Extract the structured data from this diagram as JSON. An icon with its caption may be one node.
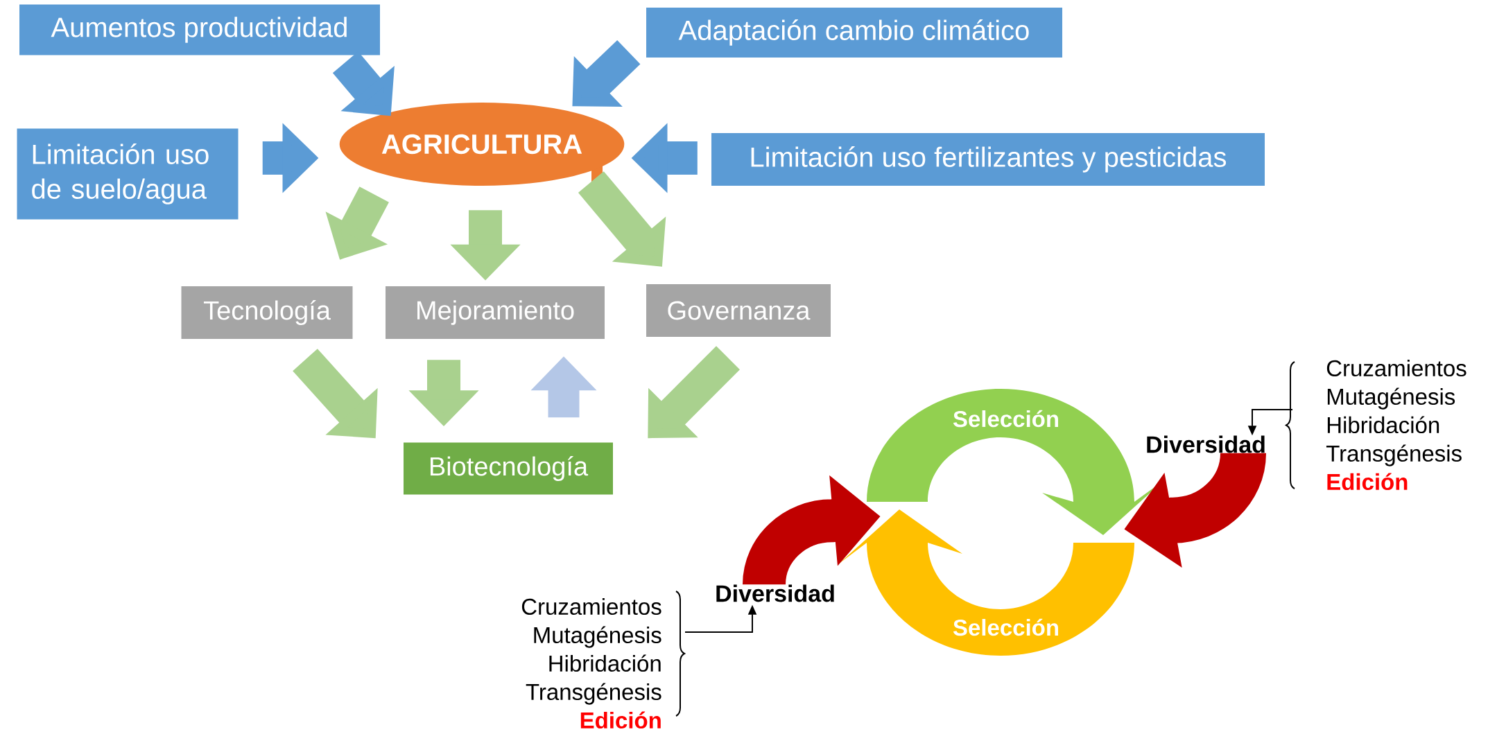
{
  "diagram": {
    "nodes": [
      {
        "text": [
          "Aumentos productividad"
        ]
      },
      {
        "text": [
          "Adaptación cambio climático"
        ]
      },
      {
        "text": [
          "Limitación uso de suelo/agua"
        ]
      },
      {
        "text": [
          "AGRICULTURA"
        ]
      },
      {
        "text": [
          "Limitación uso fertilizantes y pesticidas"
        ]
      },
      {
        "text": [
          "Tecnología"
        ]
      },
      {
        "text": [
          "Mejoramiento"
        ]
      },
      {
        "text": [
          "Governanza"
        ]
      },
      {
        "text": [
          "Biotecnología"
        ]
      },
      {
        "text": [
          "Selección"
        ]
      },
      {
        "text": [
          "Selección"
        ]
      },
      {
        "text": [
          "Diversidad"
        ]
      },
      {
        "text": [
          "Cruzamientos",
          "Mutagénesis",
          "Hibridación",
          "Transgénesis",
          "Edición"
        ]
      },
      {
        "text": [
          "Diversidad"
        ]
      },
      {
        "text": [
          "Cruzamientos",
          "Mutagénesis",
          "Hibridación",
          "Transgénesis",
          "Edición"
        ]
      }
    ],
    "edges": [
      {
        "from": 0,
        "to": 3,
        "arrow": "to",
        "color": "#5b9bd5"
      },
      {
        "from": 1,
        "to": 3,
        "arrow": "to",
        "color": "#5b9bd5"
      },
      {
        "from": 2,
        "to": 3,
        "arrow": "to",
        "color": "#5b9bd5"
      },
      {
        "from": 4,
        "to": 3,
        "arrow": "to",
        "color": "#5b9bd5"
      },
      {
        "from": 3,
        "to": 5,
        "arrow": "to",
        "color": "#a9d18e"
      },
      {
        "from": 3,
        "to": 6,
        "arrow": "to",
        "color": "#a9d18e"
      },
      {
        "from": 3,
        "to": 7,
        "arrow": "to",
        "color": "#a9d18e"
      },
      {
        "from": 5,
        "to": 8,
        "arrow": "to",
        "color": "#a9d18e"
      },
      {
        "from": 6,
        "to": 8,
        "arrow": "to",
        "color": "#a9d18e"
      },
      {
        "from": 8,
        "to": 6,
        "arrow": "to",
        "color": "#b4c7e7"
      },
      {
        "from": 7,
        "to": 8,
        "arrow": "to",
        "color": "#a9d18e"
      },
      {
        "from": 11,
        "to": 10,
        "arrow": "to",
        "color": "#c00000"
      },
      {
        "from": 13,
        "to": 9,
        "arrow": "to",
        "color": "#c00000"
      },
      {
        "from": 12,
        "to": 11,
        "arrow": "to",
        "color": "#000000"
      },
      {
        "from": 14,
        "to": 13,
        "arrow": "to",
        "color": "#000000"
      }
    ]
  }
}
